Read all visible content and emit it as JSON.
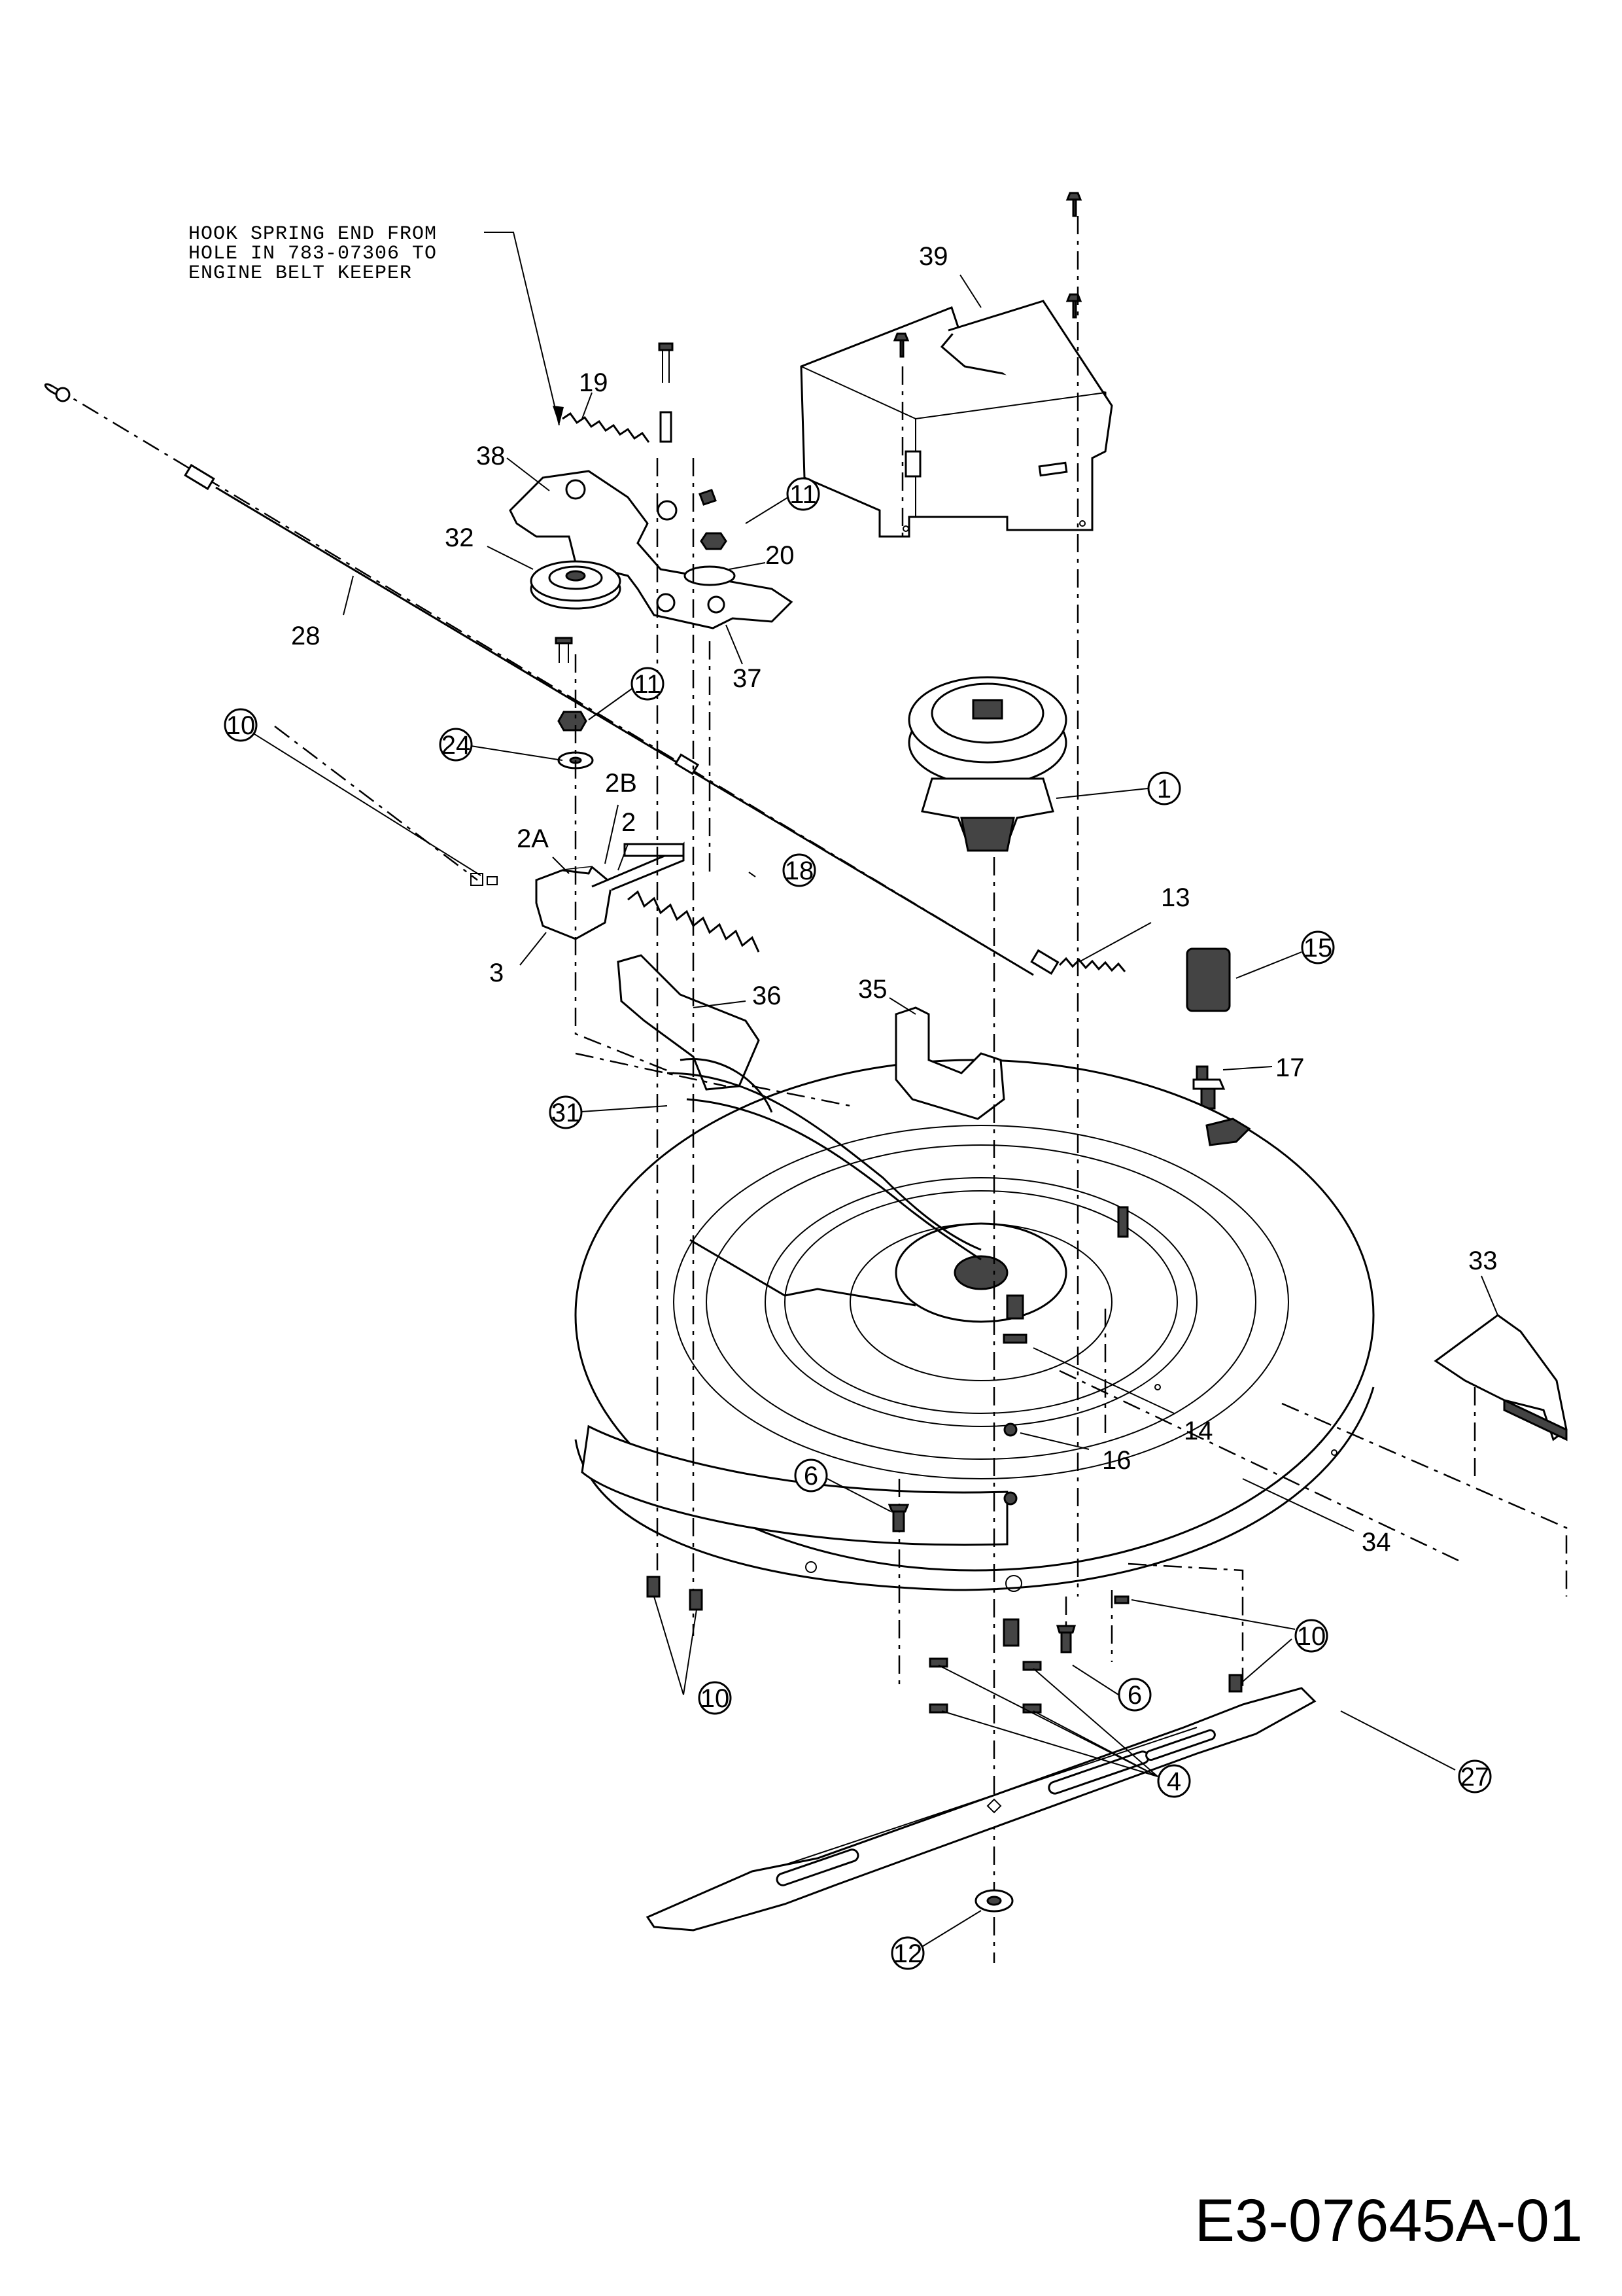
{
  "note": {
    "lines": [
      "HOOK SPRING END FROM",
      "HOLE IN 783-07306 TO",
      "ENGINE BELT KEEPER"
    ]
  },
  "drawing_code": "E3-07645A-01",
  "callouts": {
    "c39": "39",
    "c19": "19",
    "c38": "38",
    "c11a": "11",
    "c20": "20",
    "c32": "32",
    "c37": "37",
    "c28": "28",
    "c11b": "11",
    "c10a": "10",
    "c24": "24",
    "c2b": "2B",
    "c2": "2",
    "c2a": "2A",
    "c18": "18",
    "c3": "3",
    "c1": "1",
    "c13": "13",
    "c15": "15",
    "c36": "36",
    "c35": "35",
    "c17": "17",
    "c31": "31",
    "c33": "33",
    "c14": "14",
    "c16": "16",
    "c6a": "6",
    "c34": "34",
    "c10b": "10",
    "c6b": "6",
    "c10c": "10",
    "c27": "27",
    "c4": "4",
    "c12": "12"
  }
}
